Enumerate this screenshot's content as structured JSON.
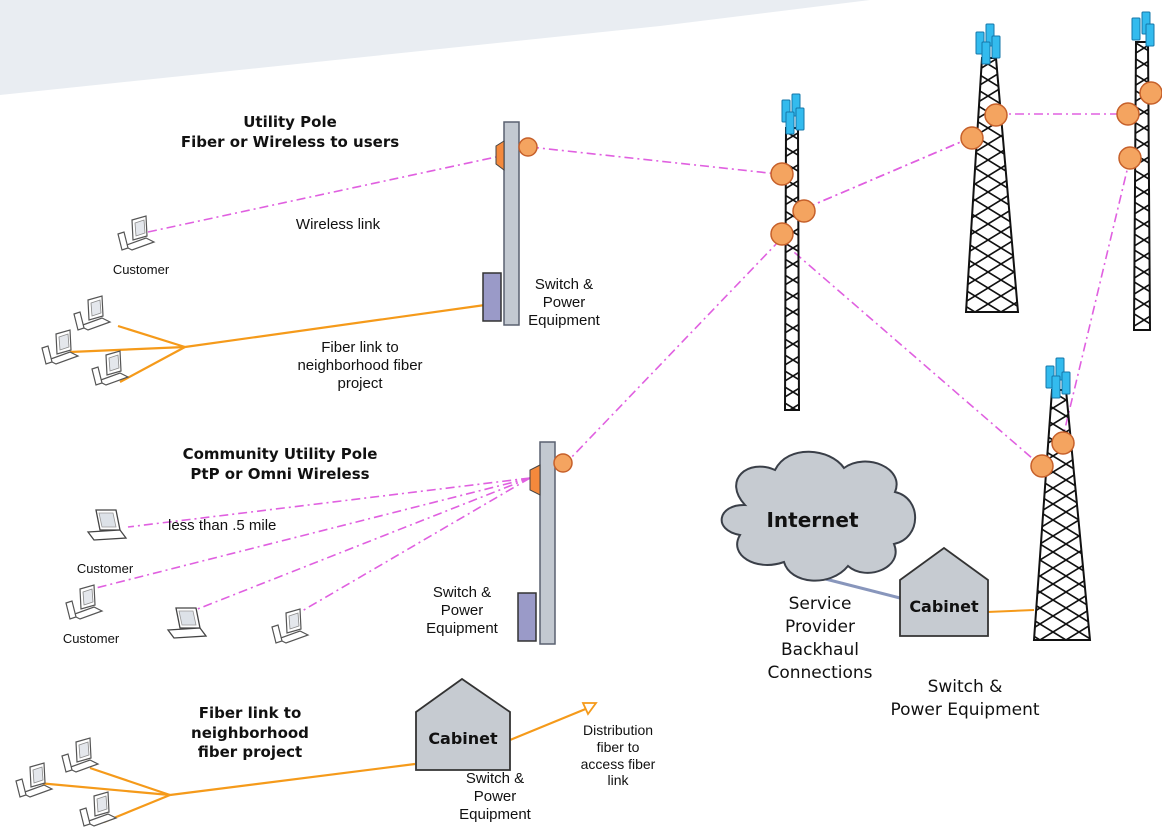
{
  "utility_pole": {
    "title_line1": "Utility Pole",
    "title_line2": "Fiber or Wireless to users",
    "wireless_link_label": "Wireless link",
    "customer_label": "Customer",
    "equipment_line1": "Switch &",
    "equipment_line2": "Power",
    "equipment_line3": "Equipment",
    "fiber_line1": "Fiber link to",
    "fiber_line2": "neighborhood fiber",
    "fiber_line3": "project"
  },
  "community_pole": {
    "title_line1": "Community Utility Pole",
    "title_line2": "PtP or Omni Wireless",
    "distance_label": "less than .5 mile",
    "customer_label_1": "Customer",
    "customer_label_2": "Customer",
    "equipment_line1": "Switch &",
    "equipment_line2": "Power",
    "equipment_line3": "Equipment"
  },
  "fiber_section": {
    "title_line1": "Fiber link to",
    "title_line2": "neighborhood",
    "title_line3": "fiber project",
    "cabinet_label": "Cabinet",
    "equipment_line1": "Switch &",
    "equipment_line2": "Power",
    "equipment_line3": "Equipment",
    "distribution_line1": "Distribution",
    "distribution_line2": "fiber to",
    "distribution_line3": "access fiber",
    "distribution_line4": "link"
  },
  "backhaul": {
    "internet_label": "Internet",
    "cabinet_label": "Cabinet",
    "provider_line1": "Service",
    "provider_line2": "Provider",
    "provider_line3": "Backhaul",
    "provider_line4": "Connections",
    "equipment_line1": "Switch &",
    "equipment_line2": "Power Equipment"
  },
  "colors": {
    "wireless_link": "#e060e0",
    "fiber_link": "#f59a1a",
    "antenna_node": "#f4a460",
    "pole": "#c3c9d1",
    "equipment": "#9a9ac8",
    "cloud": "#c6cbd1",
    "backhaul_link": "#8896bc"
  }
}
